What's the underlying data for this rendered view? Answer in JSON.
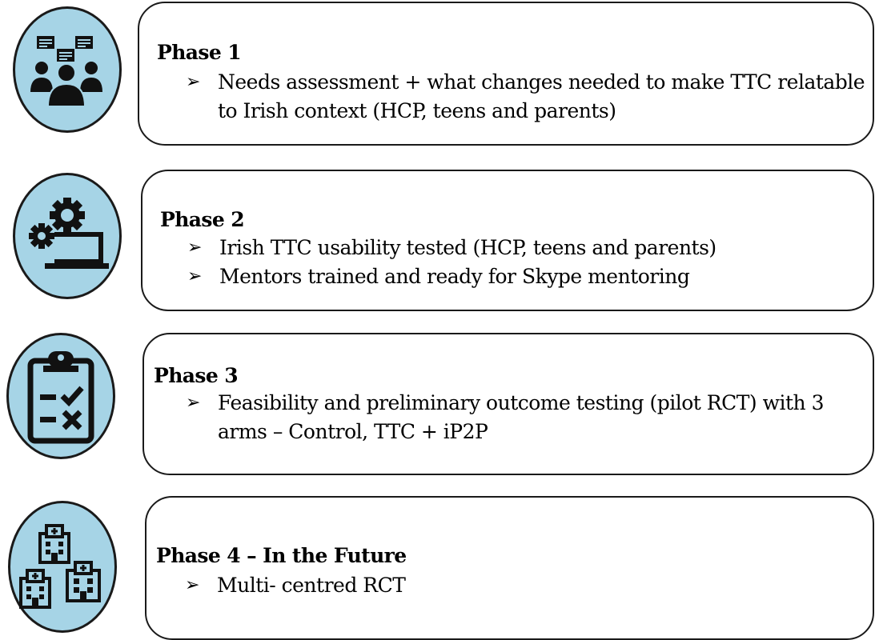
{
  "bullet_symbol": "➢",
  "phases": [
    {
      "title": "Phase 1",
      "icon": "group-discussion-icon",
      "bullets": [
        "Needs assessment + what changes needed to make TTC relatable to Irish context (HCP, teens and parents)"
      ]
    },
    {
      "title": "Phase 2",
      "icon": "gears-laptop-icon",
      "bullets": [
        "Irish TTC usability tested (HCP, teens and parents)",
        "Mentors trained and ready for Skype mentoring"
      ]
    },
    {
      "title": "Phase 3",
      "icon": "clipboard-checklist-icon",
      "bullets": [
        "Feasibility and preliminary outcome testing (pilot RCT) with 3 arms – Control, TTC + iP2P"
      ]
    },
    {
      "title": "Phase 4 – In the Future",
      "icon": "hospitals-icon",
      "bullets": [
        "Multi- centred RCT"
      ]
    }
  ],
  "colors": {
    "icon_fill": "#a6d4e6",
    "outline": "#1a1a1a"
  }
}
